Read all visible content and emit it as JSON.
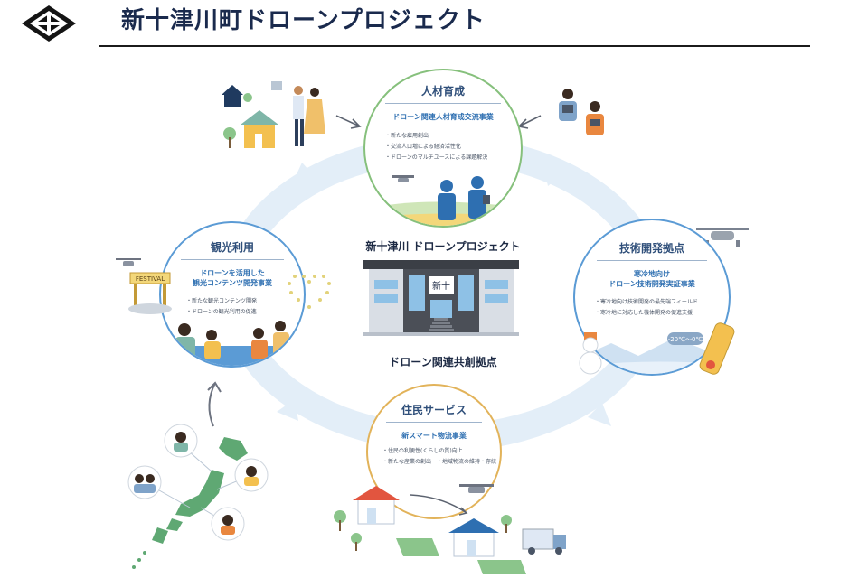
{
  "header": {
    "title": "新十津川町ドローンプロジェクト"
  },
  "center": {
    "title": "新十津川 ドローンプロジェクト",
    "caption": "ドローン関連共創拠点",
    "sign_text": "新十"
  },
  "hubs": {
    "top": {
      "heading": "人材育成",
      "subtitle": "ドローン関連人材育成交流事業",
      "bullets": [
        "・新たな雇用創出",
        "・交流人口増による経済活性化",
        "・ドローンのマルチユースによる課題解決"
      ]
    },
    "left": {
      "heading": "観光利用",
      "subtitle_1": "ドローンを活用した",
      "subtitle_2": "観光コンテンツ開発事業",
      "bullets": [
        "・新たな観光コンテンツ開発",
        "・ドローンの観光利用の促進"
      ],
      "festival_sign": "FESTIVAL"
    },
    "right": {
      "heading": "技術開発拠点",
      "subtitle_1": "寒冷地向け",
      "subtitle_2": "ドローン技術開発実証事業",
      "bullets": [
        "・寒冷地向け技術開発の最先端フィールド",
        "・寒冷地に対応した機体開発の促進支援"
      ],
      "temp_label": "-20℃〜0℃"
    },
    "bottom": {
      "heading": "住民サービス",
      "subtitle": "新スマート物流事業",
      "bullets": [
        "・住民の利便性(くらしの質)向上",
        "・新たな産業の創出　・地域物流の維持・存続"
      ]
    }
  },
  "colors": {
    "title_navy": "#1a2a4d",
    "top_border": "#86c07c",
    "side_border": "#5b9bd5",
    "bottom_border": "#e2b35a",
    "ring": "#e3eef8"
  }
}
